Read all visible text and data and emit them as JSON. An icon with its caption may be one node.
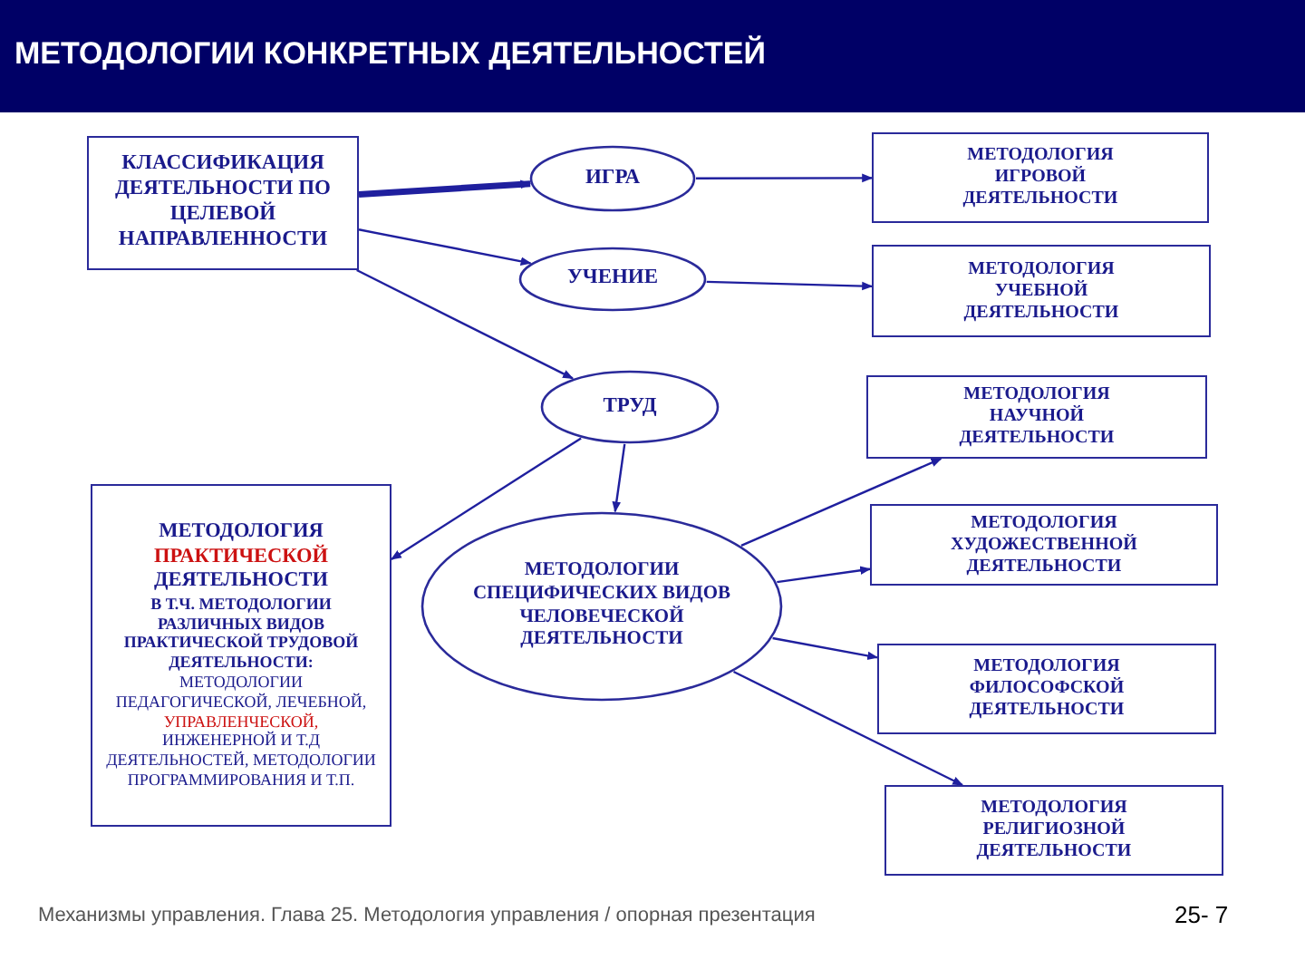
{
  "diagram": {
    "title": "МЕТОДОЛОГИИ КОНКРЕТНЫХ ДЕЯТЕЛЬНОСТЕЙ",
    "caption": "Механизмы управления. Глава 25. Методология управления / опорная презентация",
    "nodes": [
      {
        "text": [
          "КЛАССИФИКАЦИЯ ДЕЯТЕЛЬНОСТИ ПО ЦЕЛЕВОЙ НАПРАВЛЕННОСТИ"
        ]
      },
      {
        "text": [
          "ИГРА"
        ]
      },
      {
        "text": [
          "УЧЕНИЕ"
        ]
      },
      {
        "text": [
          "ТРУД"
        ]
      },
      {
        "text": [
          "МЕТОДОЛОГИЯ",
          "ПРАКТИЧЕСКОЙ",
          "ДЕЯТЕЛЬНОСТИ",
          "В Т.Ч. МЕТОДОЛОГИИ РАЗЛИЧНЫХ ВИДОВ ПРАКТИЧЕСКОЙ ТРУДОВОЙ ДЕЯТЕЛЬНОСТИ:",
          "МЕТОДОЛОГИИ ПЕДАГОГИЧЕСКОЙ, ЛЕЧЕБНОЙ,",
          "УПРАВЛЕНЧЕСКОЙ,",
          "ИНЖЕНЕРНОЙ И Т.Д ДЕЯТЕЛЬНОСТЕЙ, МЕТОДОЛОГИИ ПРОГРАММИРОВАНИЯ И Т.П."
        ]
      },
      {
        "text": [
          "МЕТОДОЛОГИИ СПЕЦИФИЧЕСКИХ ВИДОВ ЧЕЛОВЕЧЕСКОЙ ДЕЯТЕЛЬНОСТИ"
        ]
      },
      {
        "text": [
          "МЕТОДОЛОГИЯ ИГРОВОЙ ДЕЯТЕЛЬНОСТИ"
        ]
      },
      {
        "text": [
          "МЕТОДОЛОГИЯ УЧЕБНОЙ ДЕЯТЕЛЬНОСТИ"
        ]
      },
      {
        "text": [
          "МЕТОДОЛОГИЯ НАУЧНОЙ ДЕЯТЕЛЬНОСТИ"
        ]
      },
      {
        "text": [
          "МЕТОДОЛОГИЯ ХУДОЖЕСТВЕННОЙ ДЕЯТЕЛЬНОСТИ"
        ]
      },
      {
        "text": [
          "МЕТОДОЛОГИЯ ФИЛОСОФСКОЙ ДЕЯТЕЛЬНОСТИ"
        ]
      },
      {
        "text": [
          "МЕТОДОЛОГИЯ РЕЛИГИОЗНОЙ ДЕЯТЕЛЬНОСТИ"
        ]
      }
    ],
    "edges": [
      {
        "from": 0,
        "to": 1,
        "arrow": "to",
        "style": "thick"
      },
      {
        "from": 0,
        "to": 2,
        "arrow": "to"
      },
      {
        "from": 0,
        "to": 3,
        "arrow": "to"
      },
      {
        "from": 1,
        "to": 6,
        "arrow": "to"
      },
      {
        "from": 2,
        "to": 7,
        "arrow": "to"
      },
      {
        "from": 3,
        "to": 4,
        "arrow": "to"
      },
      {
        "from": 3,
        "to": 5,
        "arrow": "to"
      },
      {
        "from": 5,
        "to": 8,
        "arrow": "to"
      },
      {
        "from": 5,
        "to": 9,
        "arrow": "to"
      },
      {
        "from": 5,
        "to": 10,
        "arrow": "to"
      },
      {
        "from": 5,
        "to": 11,
        "arrow": "to"
      }
    ],
    "labels": [
      "25- 7"
    ]
  }
}
